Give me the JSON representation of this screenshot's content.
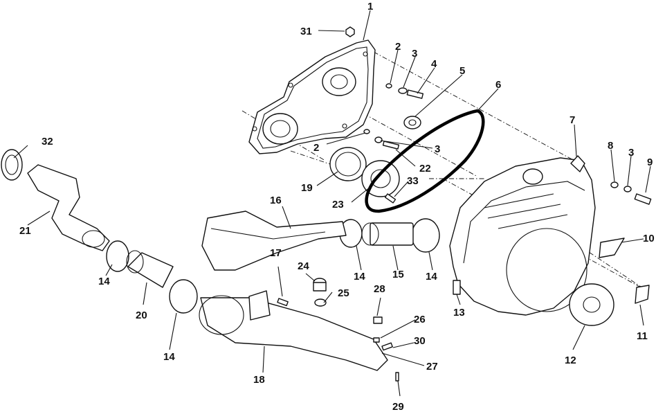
{
  "callouts": {
    "c1": "1",
    "c2a": "2",
    "c3a": "3",
    "c4": "4",
    "c5": "5",
    "c6": "6",
    "c7": "7",
    "c8": "8",
    "c3b": "3",
    "c9": "9",
    "c10": "10",
    "c2b": "2",
    "c3c": "3",
    "c22": "22",
    "c31": "31",
    "c32": "32",
    "c21": "21",
    "c19": "19",
    "c23": "23",
    "c33": "33",
    "c16": "16",
    "c14a": "14",
    "c14b": "14",
    "c14c": "14",
    "c14d": "14",
    "c15": "15",
    "c13": "13",
    "c11": "11",
    "c12": "12",
    "c20": "20",
    "c17": "17",
    "c24": "24",
    "c25": "25",
    "c28": "28",
    "c26": "26",
    "c30": "30",
    "c27": "27",
    "c18": "18",
    "c29": "29"
  }
}
